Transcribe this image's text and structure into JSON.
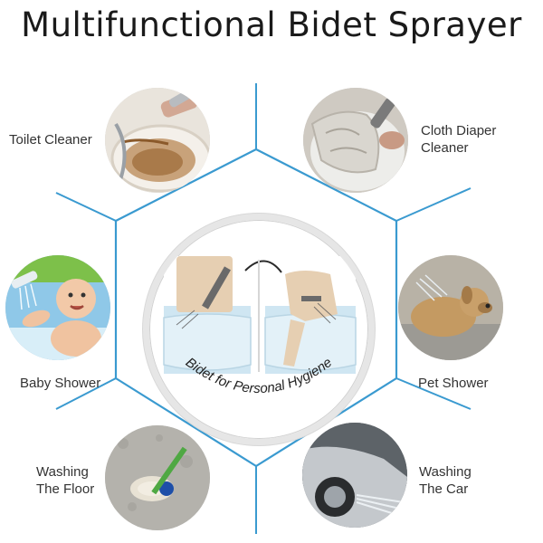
{
  "title": "Multifunctional Bidet Sprayer",
  "center": {
    "caption": "Bidet for Personal Hygiene"
  },
  "uses": [
    {
      "id": "toilet",
      "lines": [
        "Toilet Cleaner"
      ]
    },
    {
      "id": "diaper",
      "lines": [
        "Cloth Diaper",
        "Cleaner"
      ]
    },
    {
      "id": "baby",
      "lines": [
        "Baby Shower"
      ]
    },
    {
      "id": "pet",
      "lines": [
        "Pet Shower"
      ]
    },
    {
      "id": "floor",
      "lines": [
        "Washing",
        "The Floor"
      ]
    },
    {
      "id": "car",
      "lines": [
        "Washing",
        "The Car"
      ]
    }
  ],
  "colors": {
    "accent_line": "#3a9ad0",
    "text": "#333333"
  }
}
